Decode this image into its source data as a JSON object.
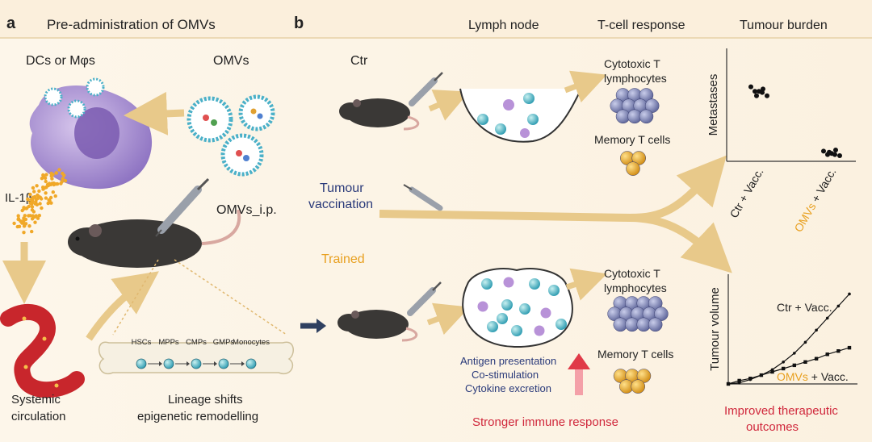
{
  "panel_a": {
    "letter": "a",
    "title": "Pre-administration of OMVs",
    "dcs_label": "DCs or Mφs",
    "omvs_label": "OMVs",
    "il1b_label": "IL-1β",
    "omvs_ip_label": "OMVs_i.p.",
    "systemic_line1": "Systemic",
    "systemic_line2": "circulation",
    "lineage_line1": "Lineage shifts",
    "lineage_line2": "epigenetic remodelling",
    "bone_cells": [
      "HSCs",
      "MPPs",
      "CMPs",
      "GMPs",
      "Monocytes"
    ]
  },
  "panel_b": {
    "letter": "b",
    "col_lymph": "Lymph node",
    "col_tcell": "T-cell response",
    "col_tumour": "Tumour burden",
    "ctr_label": "Ctr",
    "trained_label": "Trained",
    "vacc_line1": "Tumour",
    "vacc_line2": "vaccination",
    "ctl_line1": "Cytotoxic T",
    "ctl_line2": "lymphocytes",
    "memory_label": "Memory T cells",
    "antigen_lines": [
      "Antigen presentation",
      "Co-stimulation",
      "Cytokine excretion"
    ],
    "stronger_label": "Stronger immune response",
    "improved_line1": "Improved therapeutic",
    "improved_line2": "outcomes"
  },
  "colors": {
    "arrow": "#e8c98a",
    "orange_text": "#e8a020",
    "navy_text": "#2a3a7a",
    "red_text": "#d0283c",
    "cell_blue": "#7f86b8",
    "memory_gold": "#f0b030",
    "header_bg": "#fbf1e0"
  },
  "chart_data": [
    {
      "type": "scatter",
      "title": "",
      "ylabel": "Metastases",
      "categories": [
        {
          "a": "Ctr",
          "b": " + Vacc."
        },
        {
          "a": "OMVs",
          "b": " + Vacc."
        }
      ],
      "series": [
        {
          "values": [
            {
              "cat": 0,
              "y": 0.66
            },
            {
              "cat": 0,
              "y": 0.62
            },
            {
              "cat": 0,
              "y": 0.62
            },
            {
              "cat": 0,
              "y": 0.64
            },
            {
              "cat": 0,
              "y": 0.58
            },
            {
              "cat": 0,
              "y": 0.58
            },
            {
              "cat": 0,
              "y": 0.61
            }
          ]
        },
        {
          "values": [
            {
              "cat": 1,
              "y": 0.09
            },
            {
              "cat": 1,
              "y": 0.06
            },
            {
              "cat": 1,
              "y": 0.07
            },
            {
              "cat": 1,
              "y": 0.1
            },
            {
              "cat": 1,
              "y": 0.05
            },
            {
              "cat": 1,
              "y": 0.08
            },
            {
              "cat": 1,
              "y": 0.06
            }
          ]
        }
      ],
      "ylim": [
        0,
        1
      ]
    },
    {
      "type": "line",
      "title": "",
      "ylabel": "Tumour volume",
      "series": [
        {
          "name": "Ctr + Vacc.",
          "x": [
            0,
            1,
            2,
            3,
            4,
            5,
            6,
            7,
            8,
            9,
            10,
            11
          ],
          "y": [
            0.0,
            0.01,
            0.04,
            0.08,
            0.13,
            0.2,
            0.28,
            0.38,
            0.49,
            0.6,
            0.71,
            0.82
          ]
        },
        {
          "name_parts": {
            "a": "OMVs",
            "b": " + Vacc."
          },
          "x": [
            0,
            1,
            2,
            3,
            4,
            5,
            6,
            7,
            8,
            9,
            10,
            11
          ],
          "y": [
            0.0,
            0.03,
            0.05,
            0.08,
            0.11,
            0.14,
            0.17,
            0.2,
            0.23,
            0.27,
            0.3,
            0.33
          ]
        }
      ],
      "ylim": [
        0,
        1
      ],
      "xlim": [
        0,
        11
      ]
    }
  ]
}
